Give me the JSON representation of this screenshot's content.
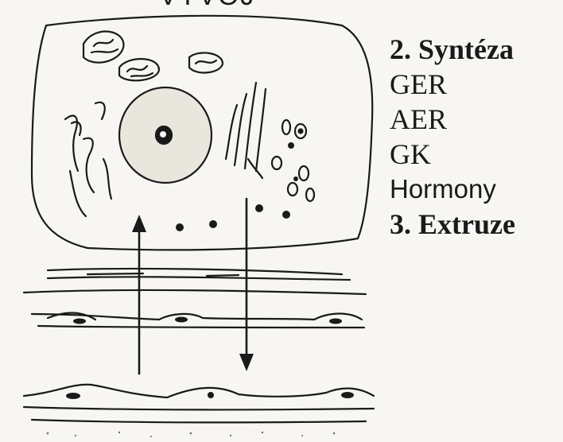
{
  "header": {
    "cropped_title": "VÝVOJ"
  },
  "labels": {
    "synthesis": "2. Syntéza",
    "ger": "GER",
    "aer": "AER",
    "gk": "GK",
    "hormones": "Hormony",
    "extrusion": "3. Extruze"
  },
  "colors": {
    "ink": "#1a1a1a",
    "paper": "#f7f6f2"
  }
}
